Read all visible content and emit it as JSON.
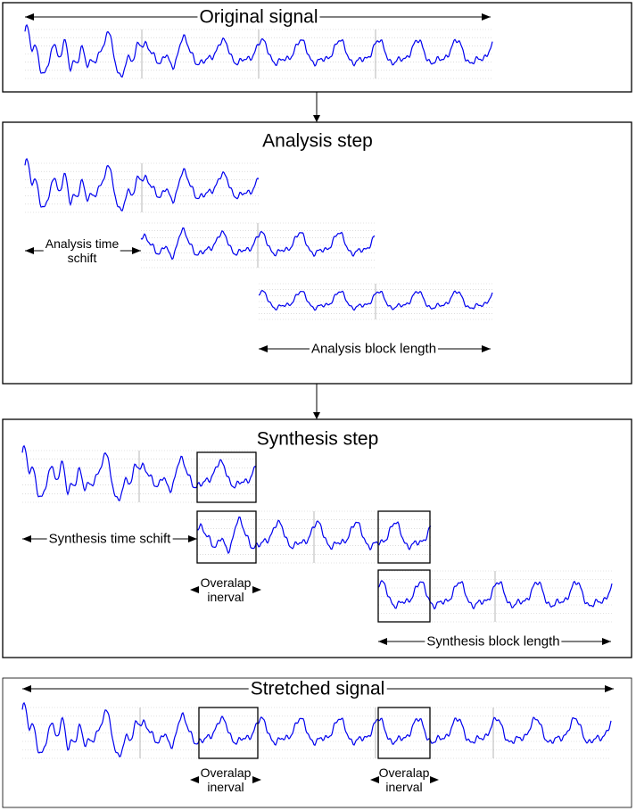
{
  "panels": {
    "original": {
      "title": "Original signal"
    },
    "analysis": {
      "title": "Analysis step",
      "time_shift_label": "Analysis time\nschift",
      "block_length_label": "Analysis block length"
    },
    "synthesis": {
      "title": "Synthesis step",
      "time_shift_label": "Synthesis time schift",
      "overlap_label": "Overalap\ninerval",
      "block_length_label": "Synthesis block length"
    },
    "stretched": {
      "title": "Stretched signal",
      "overlap_label": "Overalap\ninerval"
    }
  },
  "colors": {
    "signal": "#0000ee",
    "grid": "#c8c8c8",
    "frame": "#000000"
  }
}
